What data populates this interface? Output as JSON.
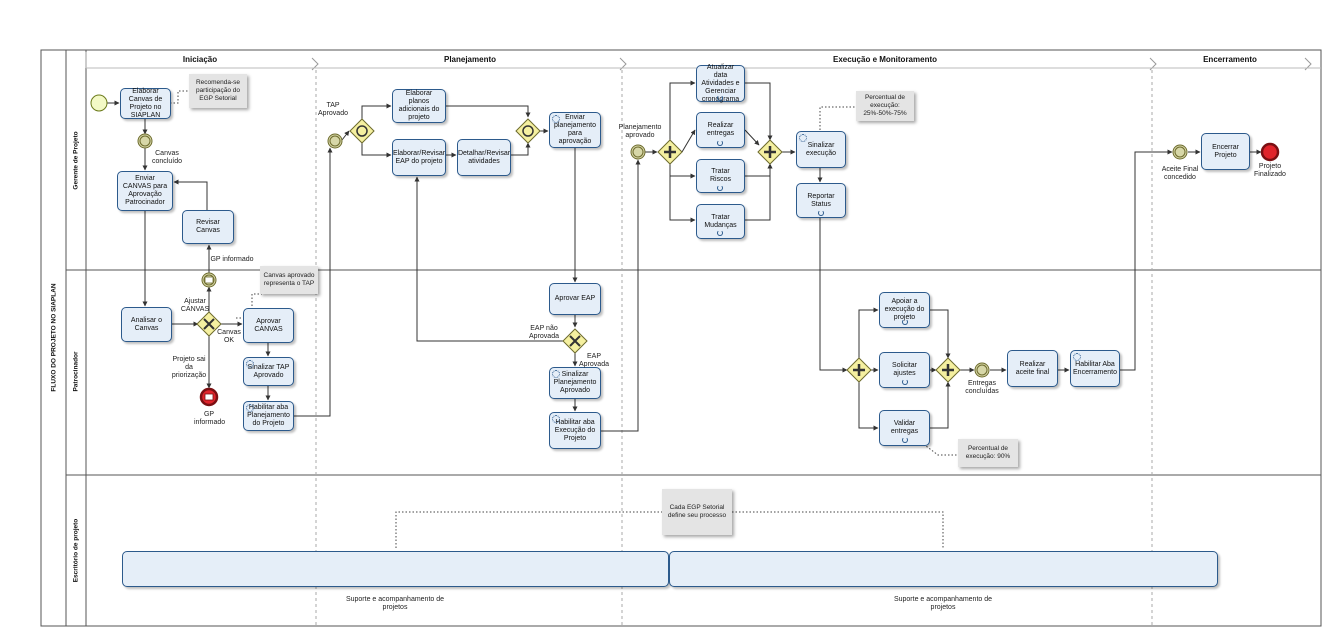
{
  "pool_title": "FLUXO DO PROJETO NO SIAPLAN",
  "lanes": [
    "Gerente de Projeto",
    "Patrocinador",
    "Escritório de projeto"
  ],
  "phases": [
    "Iniciação",
    "Planejamento",
    "Execução e Monitoramento",
    "Encerramento"
  ],
  "tasks": {
    "t_elaborar_canvas": "Elaborar Canvas de Projeto no SIAPLAN",
    "t_enviar_canvas": "Enviar CANVAS para Aprovação Patrocinador",
    "t_revisar_canvas": "Revisar Canvas",
    "t_analisar_canvas": "Analisar o Canvas",
    "t_aprovar_canvas": "Aprovar CANVAS",
    "t_sinalizar_tap": "Sinalizar TAP Aprovado",
    "t_habilitar_planejamento": "Habilitar aba Planejamento do Projeto",
    "t_elaborar_planos": "Elaborar planos adicionais do projeto",
    "t_elaborar_eap": "Elaborar/Revisar EAP do projeto",
    "t_detalhar": "Detalhar/Revisar atividades",
    "t_enviar_planejamento": "Enviar planejamento para aprovação",
    "t_aprovar_eap": "Aprovar EAP",
    "t_sinalizar_planejamento": "Sinalizar Planejamento Aprovado",
    "t_habilitar_execucao": "Habilitar aba Execução do Projeto",
    "t_atualizar": "Atualizar data Atividades e Gerenciar cronograma",
    "t_realizar_entregas": "Realizar entregas",
    "t_tratar_riscos": "Tratar Riscos",
    "t_tratar_mudancas": "Tratar Mudanças",
    "t_sinalizar_execucao": "Sinalizar execução",
    "t_reportar_status": "Reportar Status",
    "t_apoiar": "Apoiar a execução do projeto",
    "t_solicitar": "Solicitar ajustes",
    "t_validar": "Validar entregas",
    "t_aceite_final": "Realizar aceite final",
    "t_habilitar_encerramento": "Habilitar Aba Encerramento",
    "t_encerrar": "Encerrar Projeto",
    "t_suporte1": "Suporte e acompanhamento de projetos",
    "t_suporte2": "Suporte e acompanhamento de projetos"
  },
  "events": {
    "e_canvas_concluido": "Canvas concluído",
    "e_gp_informado_msg": "GP informado",
    "e_gp_informado_end": "GP informado",
    "e_tap_aprovado": "TAP Aprovado",
    "e_planejamento_aprovado": "Planejamento aprovado",
    "e_entregas_concluidas": "Entregas concluídas",
    "e_aceite_final": "Aceite Final concedido",
    "e_projeto_finalizado": "Projeto Finalizado"
  },
  "flow_labels": {
    "f_ajustar_canvas": "Ajustar CANVAS",
    "f_canvas_ok": "Canvas OK",
    "f_projeto_sai": "Projeto sai da priorização",
    "f_eap_nao_aprovada": "EAP não Aprovada",
    "f_eap_aprovada": "EAP Aprovada"
  },
  "notes": {
    "n_recomenda": "Recomenda-se participação do EGP Setorial",
    "n_canvas_aprovado": "Canvas aprovado representa o TAP",
    "n_percentual_25": "Percentual de execução: 25%-50%-75%",
    "n_percentual_90": "Percentual de execução: 90%",
    "n_cada_egp": "Cada EGP Setorial define seu processo"
  },
  "colors": {
    "task_fill": "#e5eef8",
    "task_stroke": "#2c5a8c",
    "start_fill": "#f3f9c6",
    "end_fill": "#e0242b",
    "gateway_fill": "#f5f0a0",
    "intermediate_fill": "#d7d7a8"
  }
}
